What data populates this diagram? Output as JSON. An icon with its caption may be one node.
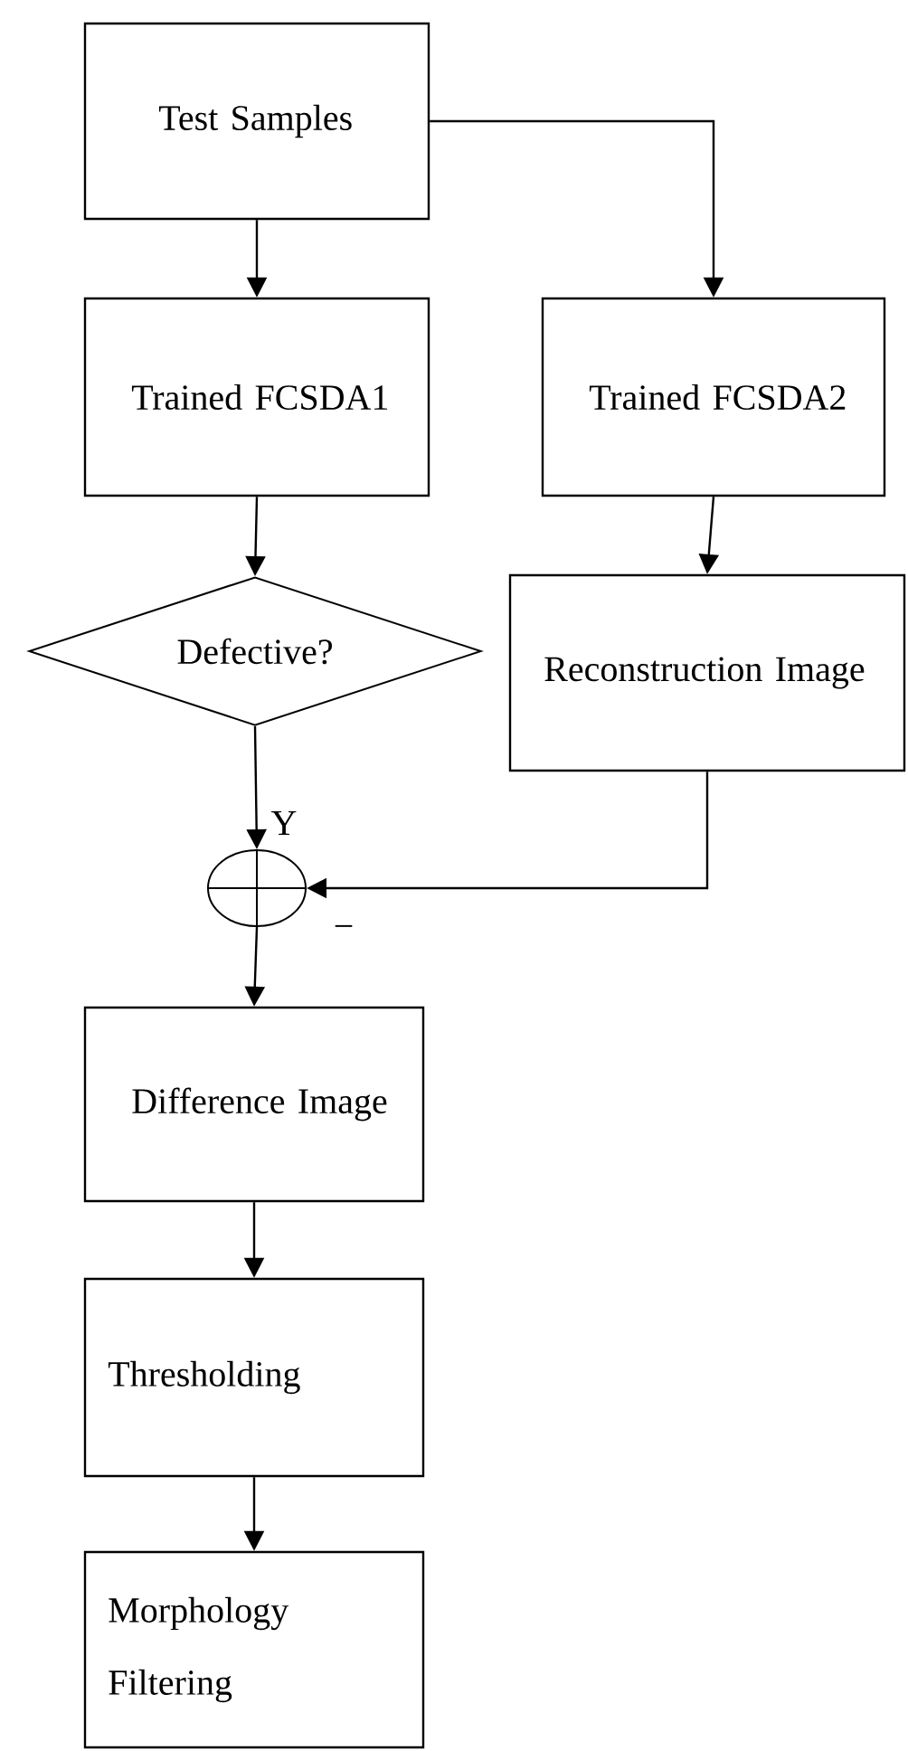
{
  "diagram": {
    "nodes": [
      {
        "text": [
          "Test Samples"
        ]
      },
      {
        "text": [
          "Trained FCSDA1"
        ]
      },
      {
        "text": [
          "Trained FCSDA2"
        ]
      },
      {
        "text": [
          "Defective?"
        ]
      },
      {
        "text": [
          "Reconstruction Image"
        ]
      },
      {
        "text": [],
        "shape": "circle"
      },
      {
        "text": [
          "Difference Image"
        ]
      },
      {
        "text": [
          "Thresholding"
        ]
      },
      {
        "text": [
          "Morphology Filtering"
        ]
      }
    ],
    "edges": [
      {
        "from": 0,
        "to": 1,
        "arrow": "to"
      },
      {
        "from": 0,
        "to": 2,
        "arrow": "to"
      },
      {
        "from": 1,
        "to": 3,
        "arrow": "to"
      },
      {
        "from": 2,
        "to": 4,
        "arrow": "to"
      },
      {
        "from": 3,
        "to": 5,
        "arrow": "to",
        "label": "Y"
      },
      {
        "from": 4,
        "to": 5,
        "arrow": "to"
      },
      {
        "from": 5,
        "to": 6,
        "arrow": "to"
      },
      {
        "from": 6,
        "to": 7,
        "arrow": "to"
      },
      {
        "from": 7,
        "to": 8,
        "arrow": "to"
      }
    ],
    "labels": [
      "−"
    ]
  }
}
